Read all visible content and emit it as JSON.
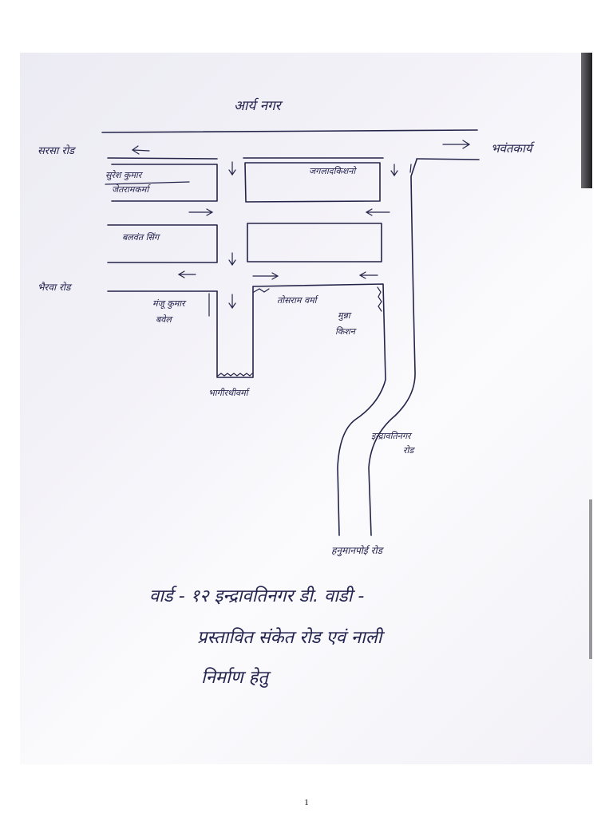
{
  "diagram": {
    "top_title": "आर्य नगर",
    "labels": {
      "left_road_top": "सरसा रोड",
      "right_road_top": "भवंतकार्य",
      "block1_name": "सुरेश कुमार",
      "block1_name2": "जेतरामकर्मा",
      "block2_name": "जगलादकिशनो",
      "block3_name": "बलवंत सिंग",
      "left_road_mid": "भैरवा रोड",
      "block5_name1": "मंजू कुमार",
      "block5_name2": "बवेल",
      "block6_name": "तोसराम वर्मा",
      "block6_name2": "मुन्ना",
      "block6_name3": "किशन",
      "bottom_name": "भागीरथीवर्मा",
      "right_road_label1": "इन्द्रावतिनगर",
      "right_road_label2": "रोड",
      "bottom_road": "हनुमानपोई रोड"
    },
    "caption": {
      "line1": "वार्ड - १२ इन्द्रावतिनगर डी. वाडी -",
      "line2": "प्रस्तावित संकेत रोड एवं नाली",
      "line3": "निर्माण हेतु"
    }
  },
  "page": {
    "number": "1"
  }
}
